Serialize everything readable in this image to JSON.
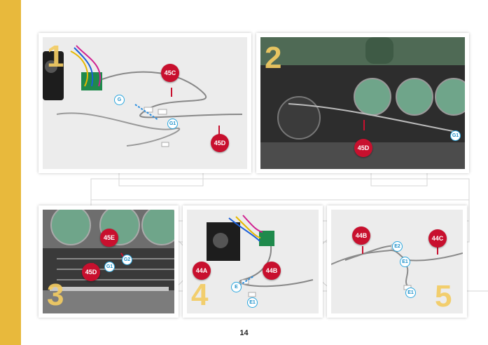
{
  "page": {
    "number": "14"
  },
  "colors": {
    "spine": "#e8b93c",
    "pin": "#c8102e",
    "connector": "#2aa7df",
    "step_number": "#f3cc63"
  },
  "steps": [
    {
      "number": "1",
      "pins": [
        "45C",
        "45D"
      ],
      "connectors": [
        "G",
        "G1"
      ]
    },
    {
      "number": "2",
      "pins": [
        "45D"
      ],
      "connectors": [
        "G1"
      ]
    },
    {
      "number": "3",
      "pins": [
        "45E",
        "45D"
      ],
      "connectors": [
        "G1",
        "G2"
      ]
    },
    {
      "number": "4",
      "pins": [
        "44A",
        "44B"
      ],
      "connectors": [
        "E",
        "E1"
      ]
    },
    {
      "number": "5",
      "pins": [
        "44B",
        "44C"
      ],
      "connectors": [
        "E2",
        "E1",
        "E1"
      ]
    }
  ]
}
